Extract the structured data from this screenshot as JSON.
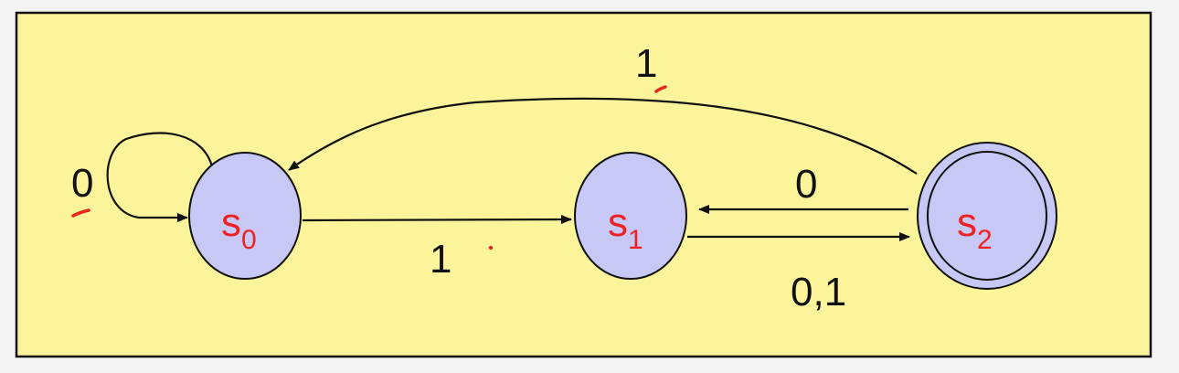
{
  "diagram": {
    "background_color": "#fbf49b",
    "border_color": "#111111",
    "state_fill": "#c7c8f6",
    "state_text_color": "#ee2222",
    "states": [
      {
        "id": "s0",
        "letter": "s",
        "subscript": "0",
        "accepting": false
      },
      {
        "id": "s1",
        "letter": "s",
        "subscript": "1",
        "accepting": false
      },
      {
        "id": "s2",
        "letter": "s",
        "subscript": "2",
        "accepting": true
      }
    ],
    "transitions": [
      {
        "from": "s0",
        "to": "s0",
        "label": "0"
      },
      {
        "from": "s0",
        "to": "s1",
        "label": "1"
      },
      {
        "from": "s1",
        "to": "s2",
        "label": "0,1"
      },
      {
        "from": "s2",
        "to": "s1",
        "label": "0"
      },
      {
        "from": "s2",
        "to": "s0",
        "label": "1"
      }
    ],
    "annotation_color": "#e8281e"
  }
}
